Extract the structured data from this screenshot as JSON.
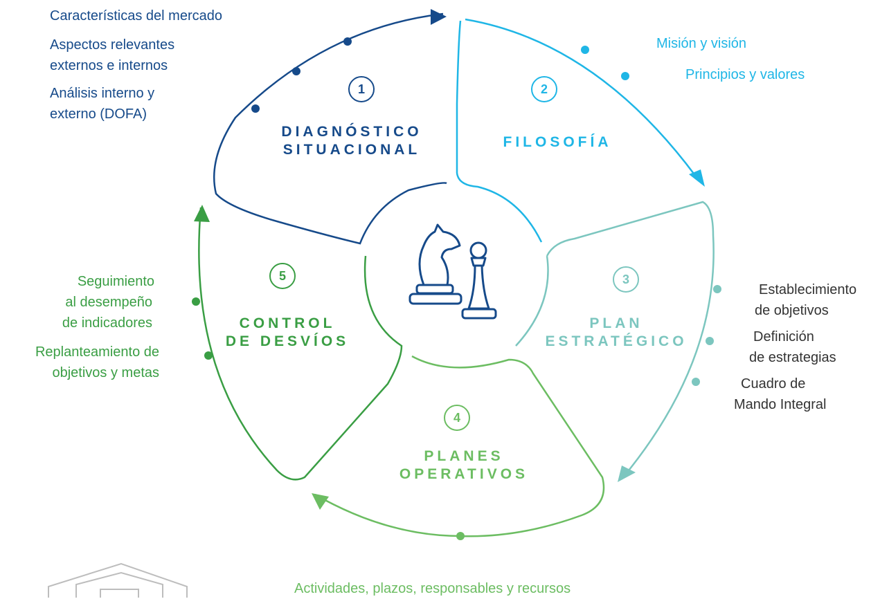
{
  "stages": [
    {
      "number": "1",
      "title": [
        "DIAGNÓSTICO",
        "SITUACIONAL"
      ],
      "color": "#164a8a",
      "notes": [
        "Características del mercado",
        "Aspectos relevantes",
        "externos e internos",
        "Análisis interno y",
        "externo (DOFA)"
      ]
    },
    {
      "number": "2",
      "title": [
        "FILOSOFÍA"
      ],
      "color": "#1fb6e6",
      "notes": [
        "Misión y visión",
        "Principios y valores"
      ]
    },
    {
      "number": "3",
      "title": [
        "PLAN",
        "ESTRATÉGICO"
      ],
      "color": "#7cc6bf",
      "notes": [
        "Establecimiento",
        "de objetivos",
        "Definición",
        "de estrategias",
        "Cuadro de",
        "Mando Integral"
      ]
    },
    {
      "number": "4",
      "title": [
        "PLANES",
        "OPERATIVOS"
      ],
      "color": "#6cbd62",
      "notes": [
        "Actividades, plazos, responsables y recursos"
      ]
    },
    {
      "number": "5",
      "title": [
        "CONTROL",
        "DE DESVÍOS"
      ],
      "color": "#3a9e44",
      "notes": [
        "Seguimiento",
        "al desempeño",
        "de indicadores",
        "Replanteamiento de",
        "objetivos y metas"
      ]
    }
  ],
  "center_icon": "chess-knight-and-pawn-icon",
  "logo_icon": "building-watermark-icon"
}
